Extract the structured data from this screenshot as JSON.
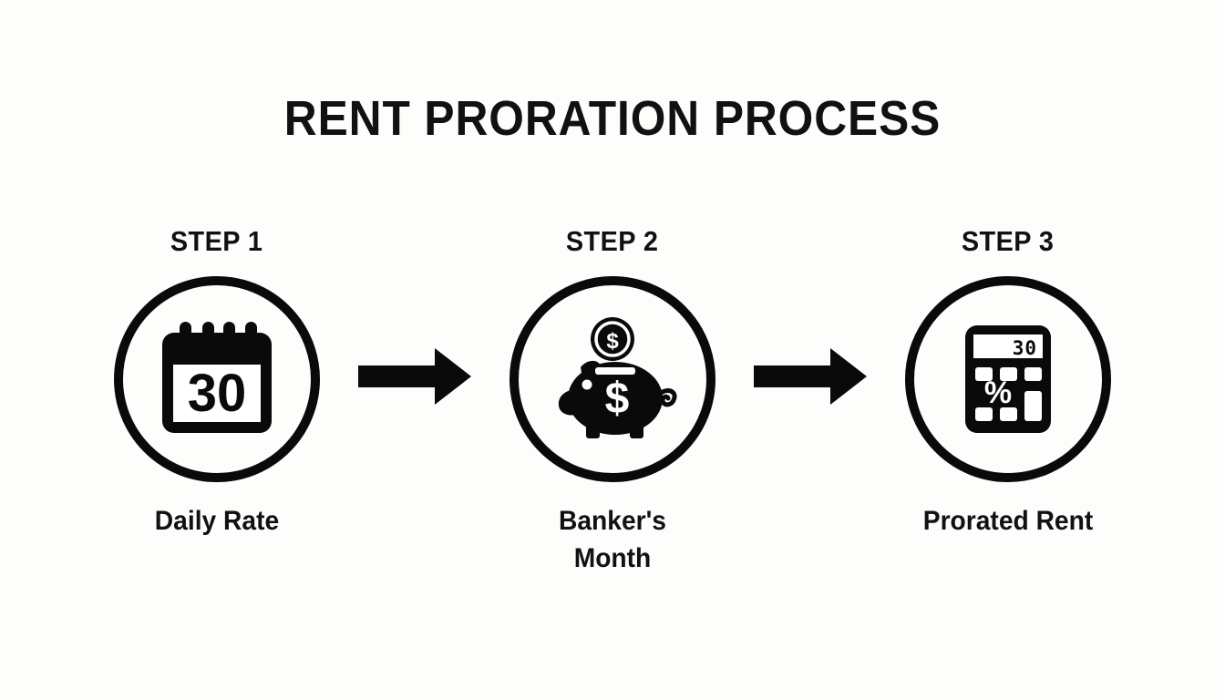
{
  "page": {
    "title": "RENT PRORATION PROCESS",
    "background_color": "#fdfdfc",
    "ink_color": "#0a0a0a"
  },
  "steps": [
    {
      "label": "STEP 1",
      "caption": "Daily Rate",
      "icon": "calendar-icon",
      "icon_value": "30"
    },
    {
      "label": "STEP 2",
      "caption": "Banker's\nMonth",
      "icon": "piggy-bank-icon",
      "icon_value": "$"
    },
    {
      "label": "STEP 3",
      "caption": "Prorated Rent",
      "icon": "calculator-icon",
      "icon_value": "30",
      "icon_symbol": "%"
    }
  ],
  "connectors": [
    {
      "name": "arrow-1",
      "direction": "right"
    },
    {
      "name": "arrow-2",
      "direction": "right"
    }
  ]
}
